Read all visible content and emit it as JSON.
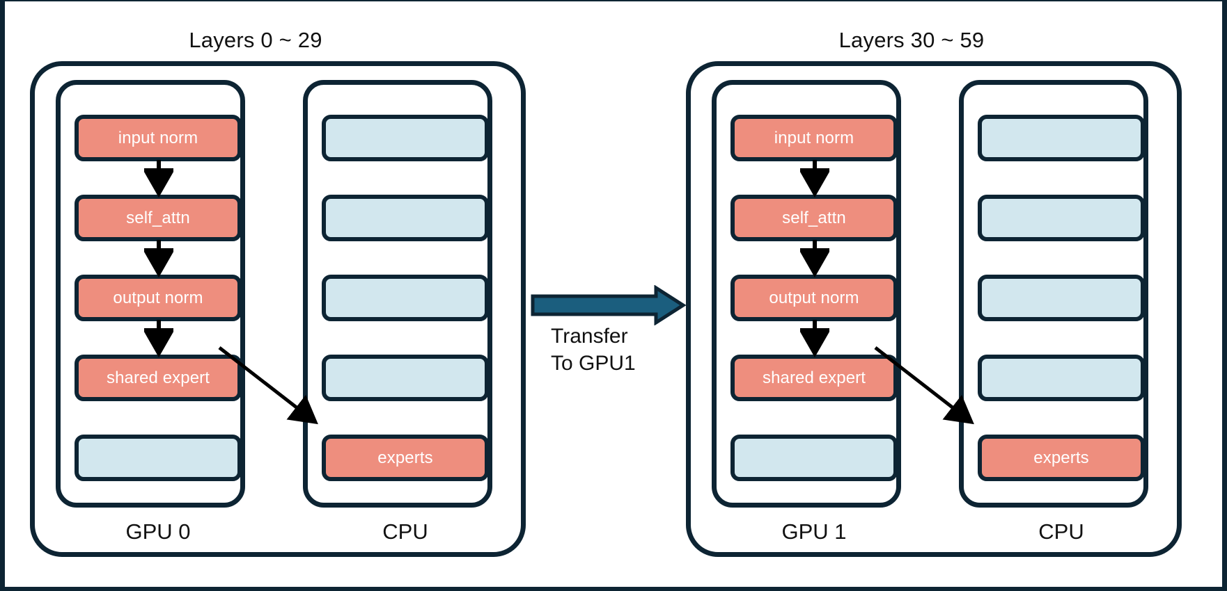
{
  "diagram": {
    "title_left": "Layers 0 ~ 29",
    "title_right": "Layers 30 ~ 59",
    "transfer_line1": "Transfer",
    "transfer_line2": "To GPU1",
    "colors": {
      "active_block": "#ee8e7e",
      "inactive_block": "#d2e7ee",
      "outline": "#0d2433",
      "transfer_arrow": "#1b5e7e",
      "block_text": "#ffffff",
      "label_text": "#111111",
      "background": "#ffffff"
    }
  },
  "groups": [
    {
      "title": "Layers 0 ~ 29",
      "gpu": {
        "label": "GPU 0",
        "blocks": [
          {
            "label": "input norm",
            "state": "active"
          },
          {
            "label": "self_attn",
            "state": "active"
          },
          {
            "label": "output norm",
            "state": "active"
          },
          {
            "label": "shared expert",
            "state": "active"
          },
          {
            "label": "",
            "state": "inactive"
          }
        ]
      },
      "cpu": {
        "label": "CPU",
        "blocks": [
          {
            "label": "",
            "state": "inactive"
          },
          {
            "label": "",
            "state": "inactive"
          },
          {
            "label": "",
            "state": "inactive"
          },
          {
            "label": "",
            "state": "inactive"
          },
          {
            "label": "experts",
            "state": "active"
          }
        ]
      }
    },
    {
      "title": "Layers 30 ~ 59",
      "gpu": {
        "label": "GPU 1",
        "blocks": [
          {
            "label": "input norm",
            "state": "active"
          },
          {
            "label": "self_attn",
            "state": "active"
          },
          {
            "label": "output norm",
            "state": "active"
          },
          {
            "label": "shared expert",
            "state": "active"
          },
          {
            "label": "",
            "state": "inactive"
          }
        ]
      },
      "cpu": {
        "label": "CPU",
        "blocks": [
          {
            "label": "",
            "state": "inactive"
          },
          {
            "label": "",
            "state": "inactive"
          },
          {
            "label": "",
            "state": "inactive"
          },
          {
            "label": "",
            "state": "inactive"
          },
          {
            "label": "experts",
            "state": "active"
          }
        ]
      }
    }
  ]
}
